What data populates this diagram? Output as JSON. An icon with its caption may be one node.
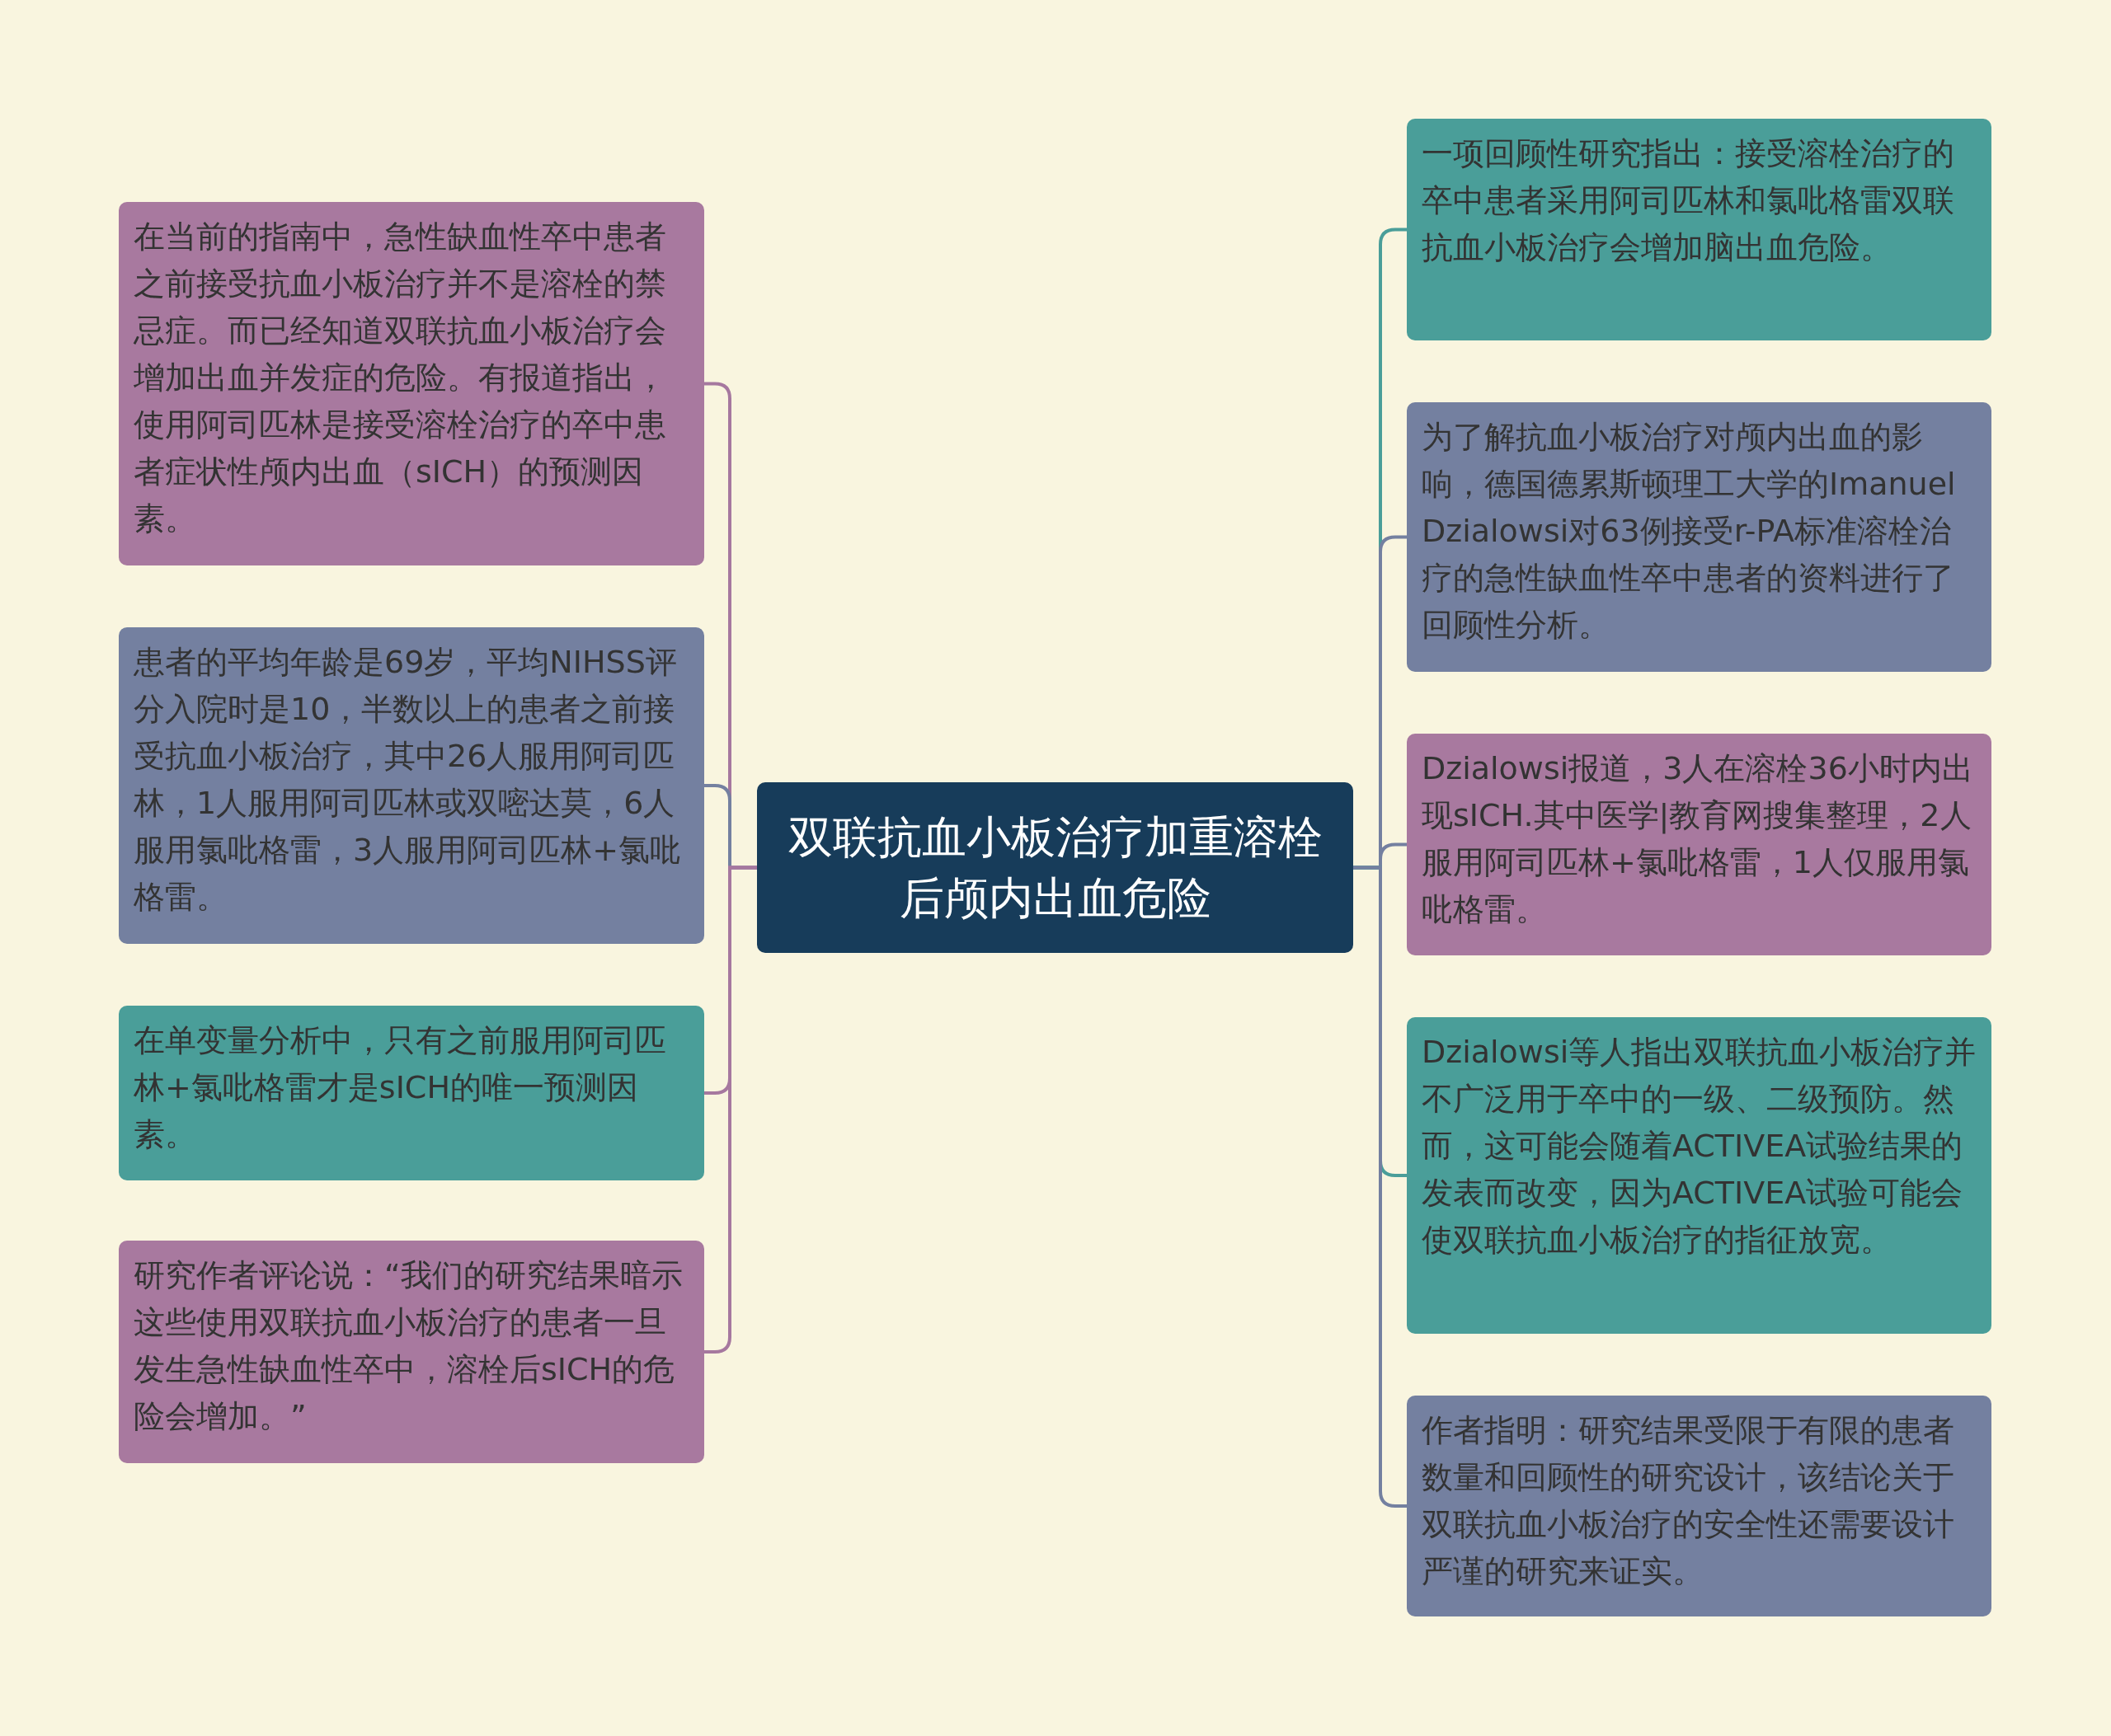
{
  "diagram": {
    "nodes": [
      {
        "text": [
          "双联抗血小板治疗加重溶栓后颅内出血危险"
        ]
      },
      {
        "text": [
          "在当前的指南中，急性缺血性卒中患者之前接受抗血小板治疗并不是溶栓的禁忌症。而已经知道双联抗血小板治疗会增加出血并发症的危险。有报道指出，使用阿司匹林是接受溶栓治疗的卒中患者症状性颅内出血（sICH）的预测因素。"
        ]
      },
      {
        "text": [
          "患者的平均年龄是69岁，平均NIHSS评分入院时是10，半数以上的患者之前接受抗血小板治疗，其中26人服用阿司匹林，1人服用阿司匹林或双嘧达莫，6人服用氯吡格雷，3人服用阿司匹林+氯吡格雷。"
        ]
      },
      {
        "text": [
          "在单变量分析中，只有之前服用阿司匹林+氯吡格雷才是sICH的唯一预测因素。"
        ]
      },
      {
        "text": [
          "研究作者评论说：“我们的研究结果暗示这些使用双联抗血小板治疗的患者一旦发生急性缺血性卒中，溶栓后sICH的危险会增加。”"
        ]
      },
      {
        "text": [
          "一项回顾性研究指出：接受溶栓治疗的卒中患者采用阿司匹林和氯吡格雷双联抗血小板治疗会增加脑出血危险。"
        ]
      },
      {
        "text": [
          "为了解抗血小板治疗对颅内出血的影响，德国德累斯顿理工大学的Imanuel Dzialowsi对63例接受r-PA标准溶栓治疗的急性缺血性卒中患者的资料进行了回顾性分析。"
        ]
      },
      {
        "text": [
          "Dzialowsi报道，3人在溶栓36小时内出现sICH.其中医学|教育网搜集整理，2人服用阿司匹林+氯吡格雷，1人仅服用氯吡格雷。"
        ]
      },
      {
        "text": [
          "Dzialowsi等人指出双联抗血小板治疗并不广泛用于卒中的一级、二级预防。然而，这可能会随着ACTIVEA试验结果的发表而改变，因为ACTIVEA试验可能会使双联抗血小板治疗的指征放宽。"
        ]
      },
      {
        "text": [
          "作者指明：研究结果受限于有限的患者数量和回顾性的研究设计，该结论关于双联抗血小板治疗的安全性还需要设计严谨的研究来证实。"
        ]
      }
    ],
    "edges": [
      {
        "from": 0,
        "to": 1,
        "arrow": "none",
        "color": "#a6789f"
      },
      {
        "from": 0,
        "to": 2,
        "arrow": "none",
        "color": "#7480a0"
      },
      {
        "from": 0,
        "to": 3,
        "arrow": "none",
        "color": "#a6789f"
      },
      {
        "from": 0,
        "to": 4,
        "arrow": "none",
        "color": "#a6789f"
      },
      {
        "from": 0,
        "to": 5,
        "arrow": "none",
        "color": "#4a9e99"
      },
      {
        "from": 0,
        "to": 6,
        "arrow": "none",
        "color": "#7480a0"
      },
      {
        "from": 0,
        "to": 7,
        "arrow": "none",
        "color": "#7480a0"
      },
      {
        "from": 0,
        "to": 8,
        "arrow": "none",
        "color": "#4a9e99"
      },
      {
        "from": 0,
        "to": 9,
        "arrow": "none",
        "color": "#7480a0"
      }
    ]
  }
}
